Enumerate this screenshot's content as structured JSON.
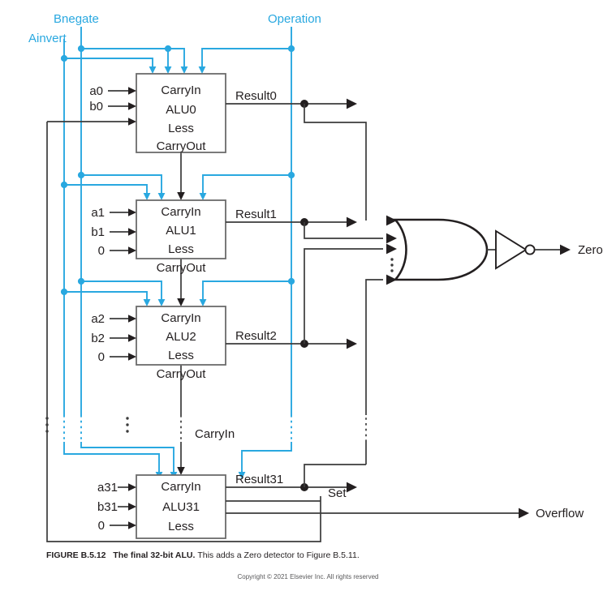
{
  "figure": {
    "label": "FIGURE B.5.12",
    "title": "The final 32-bit ALU.",
    "description": "This adds a Zero detector to Figure B.5.11.",
    "copyright": "Copyright © 2021 Elsevier Inc. All rights reserved"
  },
  "colors": {
    "control_wire": "#29a8e0",
    "data_wire": "#3b3b3b",
    "box_stroke": "#6b6b6b",
    "text": "#231f20"
  },
  "control_inputs": [
    {
      "name": "ainvert",
      "label": "Ainvert"
    },
    {
      "name": "bnegate",
      "label": "Bnegate"
    },
    {
      "name": "operation",
      "label": "Operation"
    }
  ],
  "alu_slices": [
    {
      "name": "alu0",
      "title": "ALU0",
      "ports_internal": [
        "CarryIn",
        "ALU0",
        "Less",
        "CarryOut"
      ],
      "inputs": [
        "a0",
        "b0",
        ""
      ],
      "result_label": "Result0"
    },
    {
      "name": "alu1",
      "title": "ALU1",
      "ports_internal": [
        "CarryIn",
        "ALU1",
        "Less",
        "CarryOut"
      ],
      "inputs": [
        "a1",
        "b1",
        "0"
      ],
      "result_label": "Result1"
    },
    {
      "name": "alu2",
      "title": "ALU2",
      "ports_internal": [
        "CarryIn",
        "ALU2",
        "Less",
        "CarryOut"
      ],
      "inputs": [
        "a2",
        "b2",
        "0"
      ],
      "result_label": "Result2"
    },
    {
      "name": "alu31",
      "title": "ALU31",
      "ports_internal": [
        "CarryIn",
        "ALU31",
        "Less"
      ],
      "inputs": [
        "a31",
        "b31",
        "0"
      ],
      "result_label": "Result31"
    }
  ],
  "internal_labels": {
    "carryin_mid": "CarryIn",
    "set": "Set"
  },
  "outputs": [
    {
      "name": "zero",
      "label": "Zero"
    },
    {
      "name": "overflow",
      "label": "Overflow"
    }
  ],
  "gates": [
    {
      "name": "or-gate",
      "type": "or",
      "inputs": 4,
      "ellipsis": true
    },
    {
      "name": "inverter-gate",
      "type": "not",
      "inputs": 1
    }
  ]
}
